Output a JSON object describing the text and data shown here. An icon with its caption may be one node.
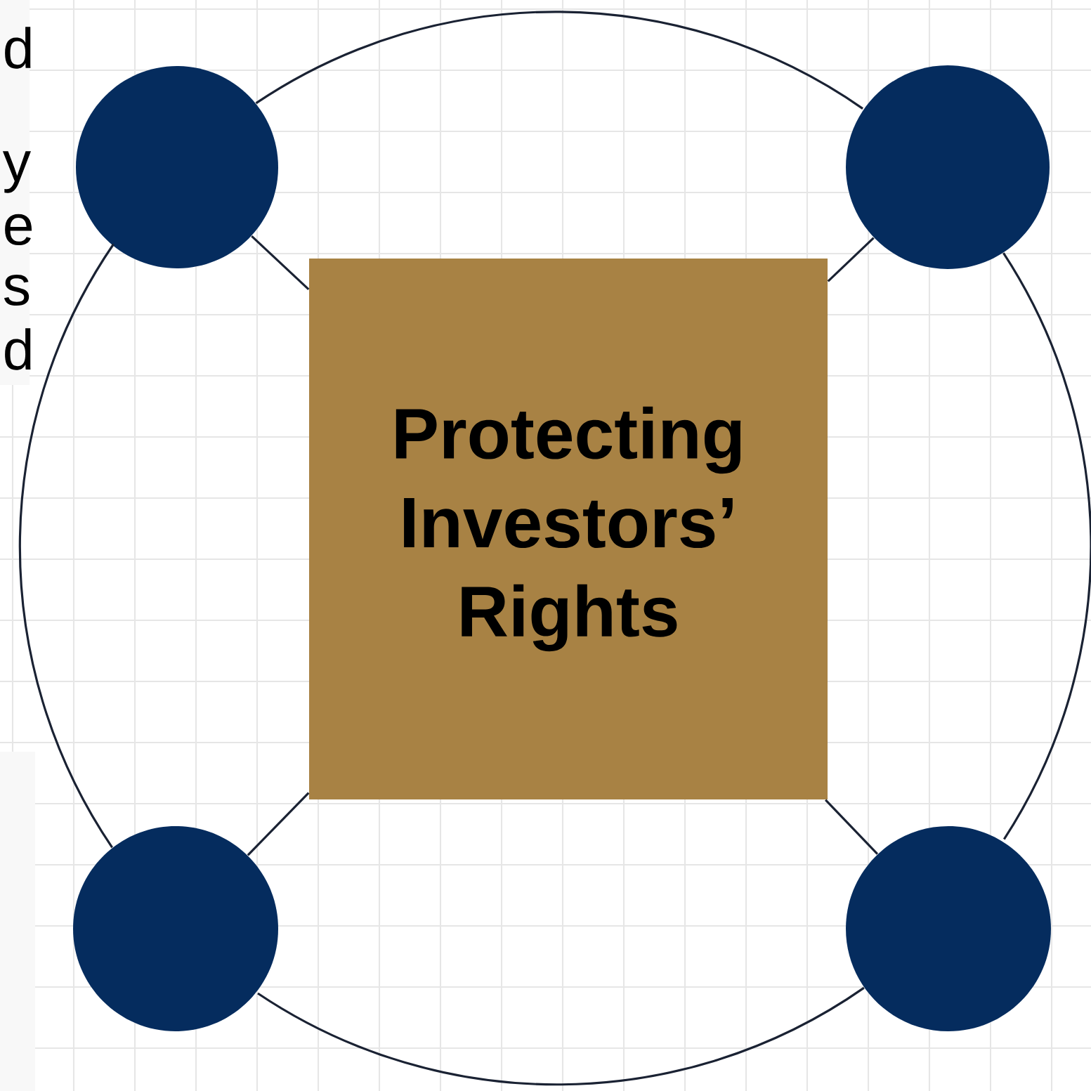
{
  "diagram": {
    "nodes": [
      {
        "text": [
          "Protecting Investors’ Rights"
        ]
      },
      {
        "text": [],
        "shape": "circle"
      },
      {
        "text": [],
        "shape": "circle"
      },
      {
        "text": [],
        "shape": "circle"
      },
      {
        "text": [],
        "shape": "circle"
      }
    ],
    "edges": [
      {
        "from": 0,
        "to": 1,
        "arrow": "none"
      },
      {
        "from": 0,
        "to": 2,
        "arrow": "none"
      },
      {
        "from": 0,
        "to": 3,
        "arrow": "none"
      },
      {
        "from": 0,
        "to": 4,
        "arrow": "none"
      },
      {
        "from": 1,
        "to": 2,
        "arrow": "none"
      },
      {
        "from": 2,
        "to": 4,
        "arrow": "none"
      },
      {
        "from": 4,
        "to": 3,
        "arrow": "none"
      },
      {
        "from": 3,
        "to": 1,
        "arrow": "none"
      }
    ],
    "labels": [
      "d",
      "y",
      "e",
      "s",
      "d"
    ]
  }
}
